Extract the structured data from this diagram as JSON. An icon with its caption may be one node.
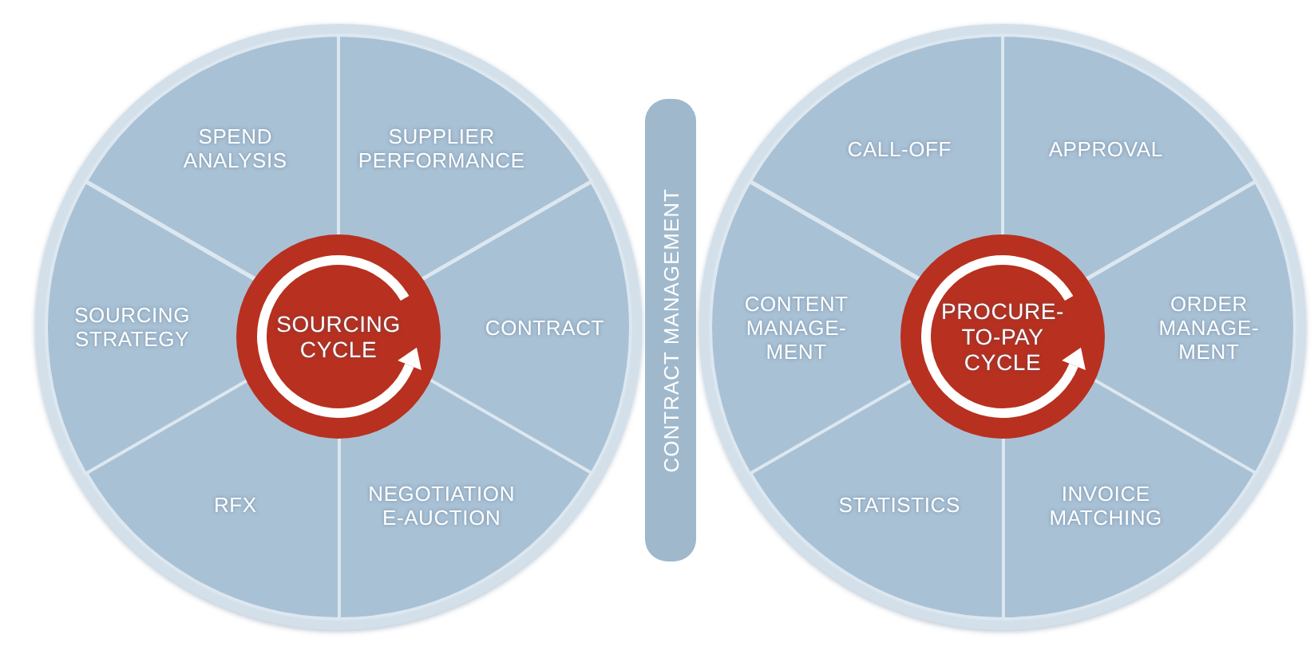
{
  "diagram": {
    "nodes": [
      {
        "text": [],
        "shape": "circle"
      },
      {
        "text": [
          "SPEND ANALYSIS"
        ],
        "in": 0
      },
      {
        "text": [
          "SUPPLIER PERFORMANCE"
        ],
        "in": 0
      },
      {
        "text": [
          "CONTRACT"
        ],
        "in": 0
      },
      {
        "text": [
          "NEGOTIATION E-AUCTION"
        ],
        "in": 0
      },
      {
        "text": [
          "RFX"
        ],
        "in": 0
      },
      {
        "text": [
          "SOURCING STRATEGY"
        ],
        "in": 0
      },
      {
        "text": [
          "SOURCING CYCLE"
        ],
        "in": 0
      },
      {
        "text": [
          "CONTRACT MANAGEMENT"
        ]
      },
      {
        "text": [],
        "shape": "circle"
      },
      {
        "text": [
          "CALL-OFF"
        ],
        "in": 9
      },
      {
        "text": [
          "APPROVAL"
        ],
        "in": 9
      },
      {
        "text": [
          "ORDER MANAGE- MENT"
        ],
        "in": 9
      },
      {
        "text": [
          "INVOICE MATCHING"
        ],
        "in": 9
      },
      {
        "text": [
          "STATISTICS"
        ],
        "in": 9
      },
      {
        "text": [
          "CONTENT MANAGE- MENT"
        ],
        "in": 9
      },
      {
        "text": [
          "PROCURE- TO-PAY CYCLE"
        ],
        "in": 9
      }
    ]
  }
}
